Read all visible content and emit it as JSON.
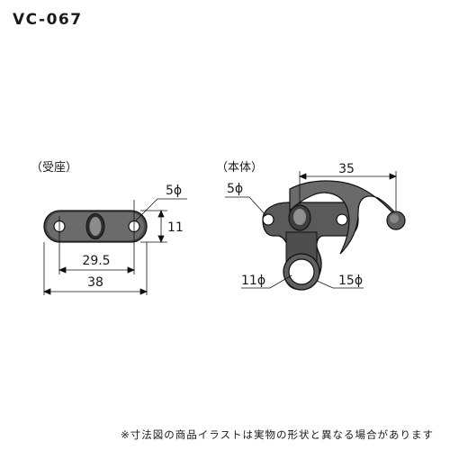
{
  "model": "VC-067",
  "receiver": {
    "title": "（受座）",
    "dims": {
      "hole": "5ϕ",
      "height": "11",
      "pitch": "29.5",
      "length": "38"
    }
  },
  "body": {
    "title": "（本体）",
    "dims": {
      "hole": "5ϕ",
      "span": "35",
      "inner": "11ϕ",
      "outer": "15ϕ"
    }
  },
  "note": "※寸法図の商品イラストは実物の形状と異なる場合があります"
}
